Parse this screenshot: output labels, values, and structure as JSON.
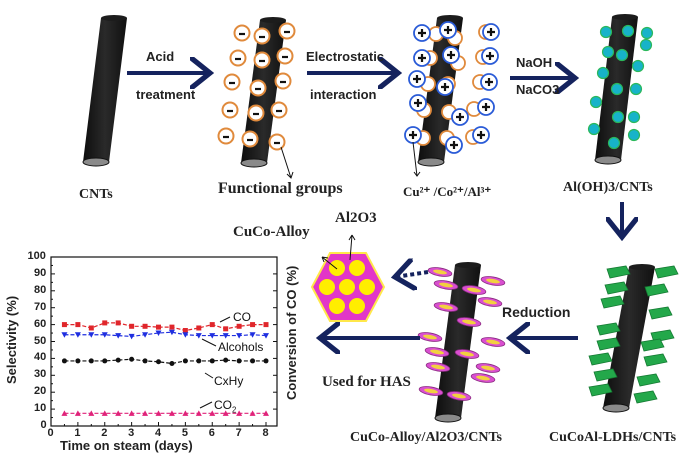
{
  "diagram": {
    "stages": [
      {
        "id": "cnt",
        "label": "CNTs"
      },
      {
        "id": "functionalized",
        "label": "Functional groups"
      },
      {
        "id": "ions",
        "label": "Cu²⁺ /Co²⁺/Al³⁺"
      },
      {
        "id": "aloh",
        "label": "Al(OH)3/CNTs"
      },
      {
        "id": "ldh",
        "label": "CuCoAl-LDHs/CNTs"
      },
      {
        "id": "alloy",
        "label": "CuCo-Alloy/Al2O3/CNTs"
      }
    ],
    "steps": [
      {
        "from": "cnt",
        "to": "functionalized",
        "label_top": "Acid",
        "label_bottom": "treatment"
      },
      {
        "from": "functionalized",
        "to": "ions",
        "label_top": "Electrostatic",
        "label_bottom": "interaction"
      },
      {
        "from": "ions",
        "to": "aloh",
        "label_top": "NaOH",
        "label_bottom": "NaCO3"
      },
      {
        "from": "aloh",
        "to": "ldh",
        "label_top": "",
        "label_bottom": ""
      },
      {
        "from": "ldh",
        "to": "alloy",
        "label_top": "Reduction",
        "label_bottom": ""
      },
      {
        "from": "alloy",
        "to": "chart",
        "label_top": "",
        "label_bottom": "Used for HAS"
      }
    ],
    "particle_labels": {
      "alloy": "CuCo-Alloy",
      "support": "Al2O3"
    },
    "charges": {
      "negative": "-",
      "positive": "+"
    },
    "colors": {
      "arrow": "#15235e",
      "tube": "#1a1a1a",
      "negative_ring": "#e08a3c",
      "positive_ring": "#2a5bd7",
      "hydroxide_dot": "#17b3c9",
      "ldh_plate": "#23a84a",
      "alloy_plate": "#d94fd0",
      "hexagon": "#e236c8",
      "alloy_particle": "#ffee00"
    }
  },
  "chart_data": {
    "type": "line",
    "title": "",
    "xlabel": "Time on steam (days)",
    "ylabel": "Selectivity (%)",
    "y2label": "Conversion of CO (%)",
    "xlim": [
      0,
      8
    ],
    "ylim": [
      0,
      100
    ],
    "xticks": [
      0,
      1,
      2,
      3,
      4,
      5,
      6,
      7,
      8
    ],
    "yticks": [
      0,
      10,
      20,
      30,
      40,
      50,
      60,
      70,
      80,
      90,
      100
    ],
    "grid": false,
    "x": [
      0.5,
      1,
      1.5,
      2,
      2.5,
      3,
      3.5,
      4,
      4.5,
      5,
      5.5,
      6,
      6.5,
      7,
      7.5,
      8
    ],
    "series": [
      {
        "name": "CO",
        "label": "CO",
        "color": "#e0262b",
        "marker": "square",
        "values": [
          60,
          60,
          58,
          61,
          61,
          59,
          59,
          58.5,
          58.5,
          56.5,
          58,
          60,
          57.5,
          59,
          60,
          60
        ]
      },
      {
        "name": "Alcohols",
        "label": "Alcohols",
        "color": "#1f2fe0",
        "marker": "triangle-down",
        "values": [
          54,
          54,
          54,
          54,
          53.5,
          53,
          54,
          55,
          55.5,
          54,
          53.5,
          53.5,
          53.5,
          53.5,
          54,
          53.5
        ]
      },
      {
        "name": "CxHy",
        "label": "CxHy",
        "color": "#111111",
        "marker": "circle",
        "values": [
          38.5,
          38.5,
          38.5,
          38.5,
          39,
          39.5,
          38.5,
          38,
          37,
          38.5,
          38.5,
          38.5,
          39,
          38.5,
          38.5,
          38.5
        ]
      },
      {
        "name": "CO2",
        "label": "CO",
        "label_sub": "2",
        "color": "#e0237a",
        "marker": "triangle-up",
        "values": [
          7.5,
          7.5,
          7.5,
          7.5,
          7.5,
          7.5,
          7.5,
          7.5,
          7.5,
          7.5,
          7.5,
          7.5,
          7.5,
          7.5,
          7.5,
          7.5
        ]
      }
    ]
  }
}
